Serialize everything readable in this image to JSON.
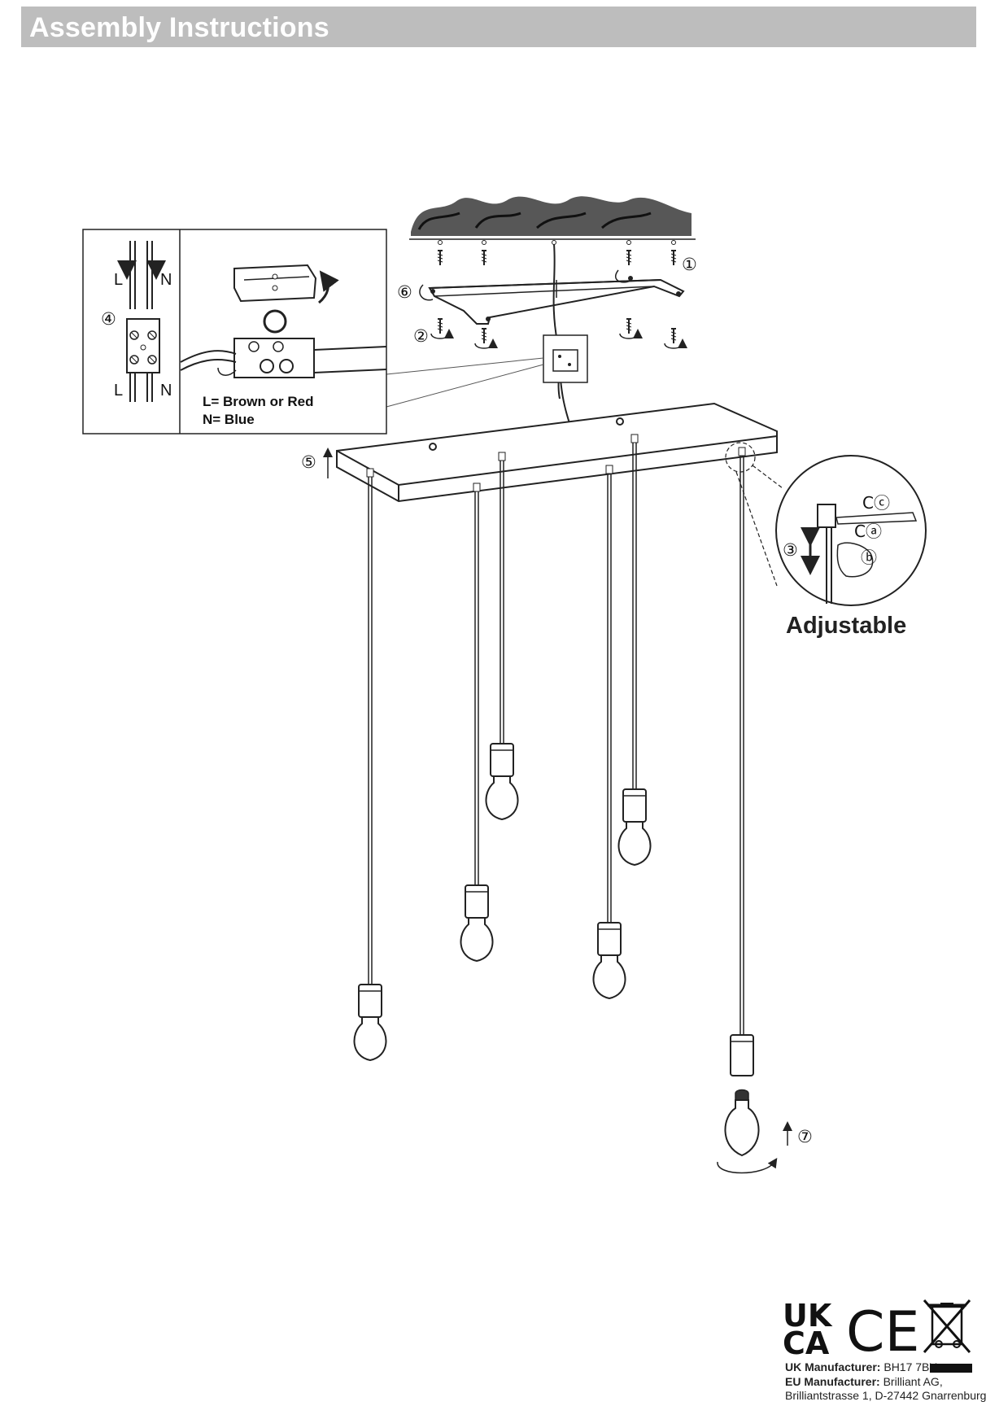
{
  "header": {
    "title": "Assembly Instructions"
  },
  "wiring": {
    "live_label": "L",
    "neutral_label": "N",
    "legend_live": "L= Brown or Red",
    "legend_neutral": "N= Blue"
  },
  "steps": [
    "①",
    "②",
    "③",
    "④",
    "⑤",
    "⑥",
    "⑦"
  ],
  "adjust": {
    "label": "Adjustable",
    "part_a": "ⓐ",
    "part_b": "ⓑ",
    "part_c": "ⓒ"
  },
  "marks": {
    "ukca_top": "UK",
    "ukca_bottom": "CA",
    "ce": "CE"
  },
  "icons": [
    "ceiling-texture-icon",
    "screw-icon",
    "rotate-arrow-icon",
    "terminal-block-icon",
    "bulb-icon",
    "weee-bin-icon"
  ],
  "footer": {
    "uk_label": "UK Manufacturer:",
    "uk_value": "BH17 7BY",
    "eu_label": "EU Manufacturer:",
    "eu_value": "Brilliant AG,",
    "eu_address": "Brilliantstrasse 1, D-27442 Gnarrenburg"
  }
}
